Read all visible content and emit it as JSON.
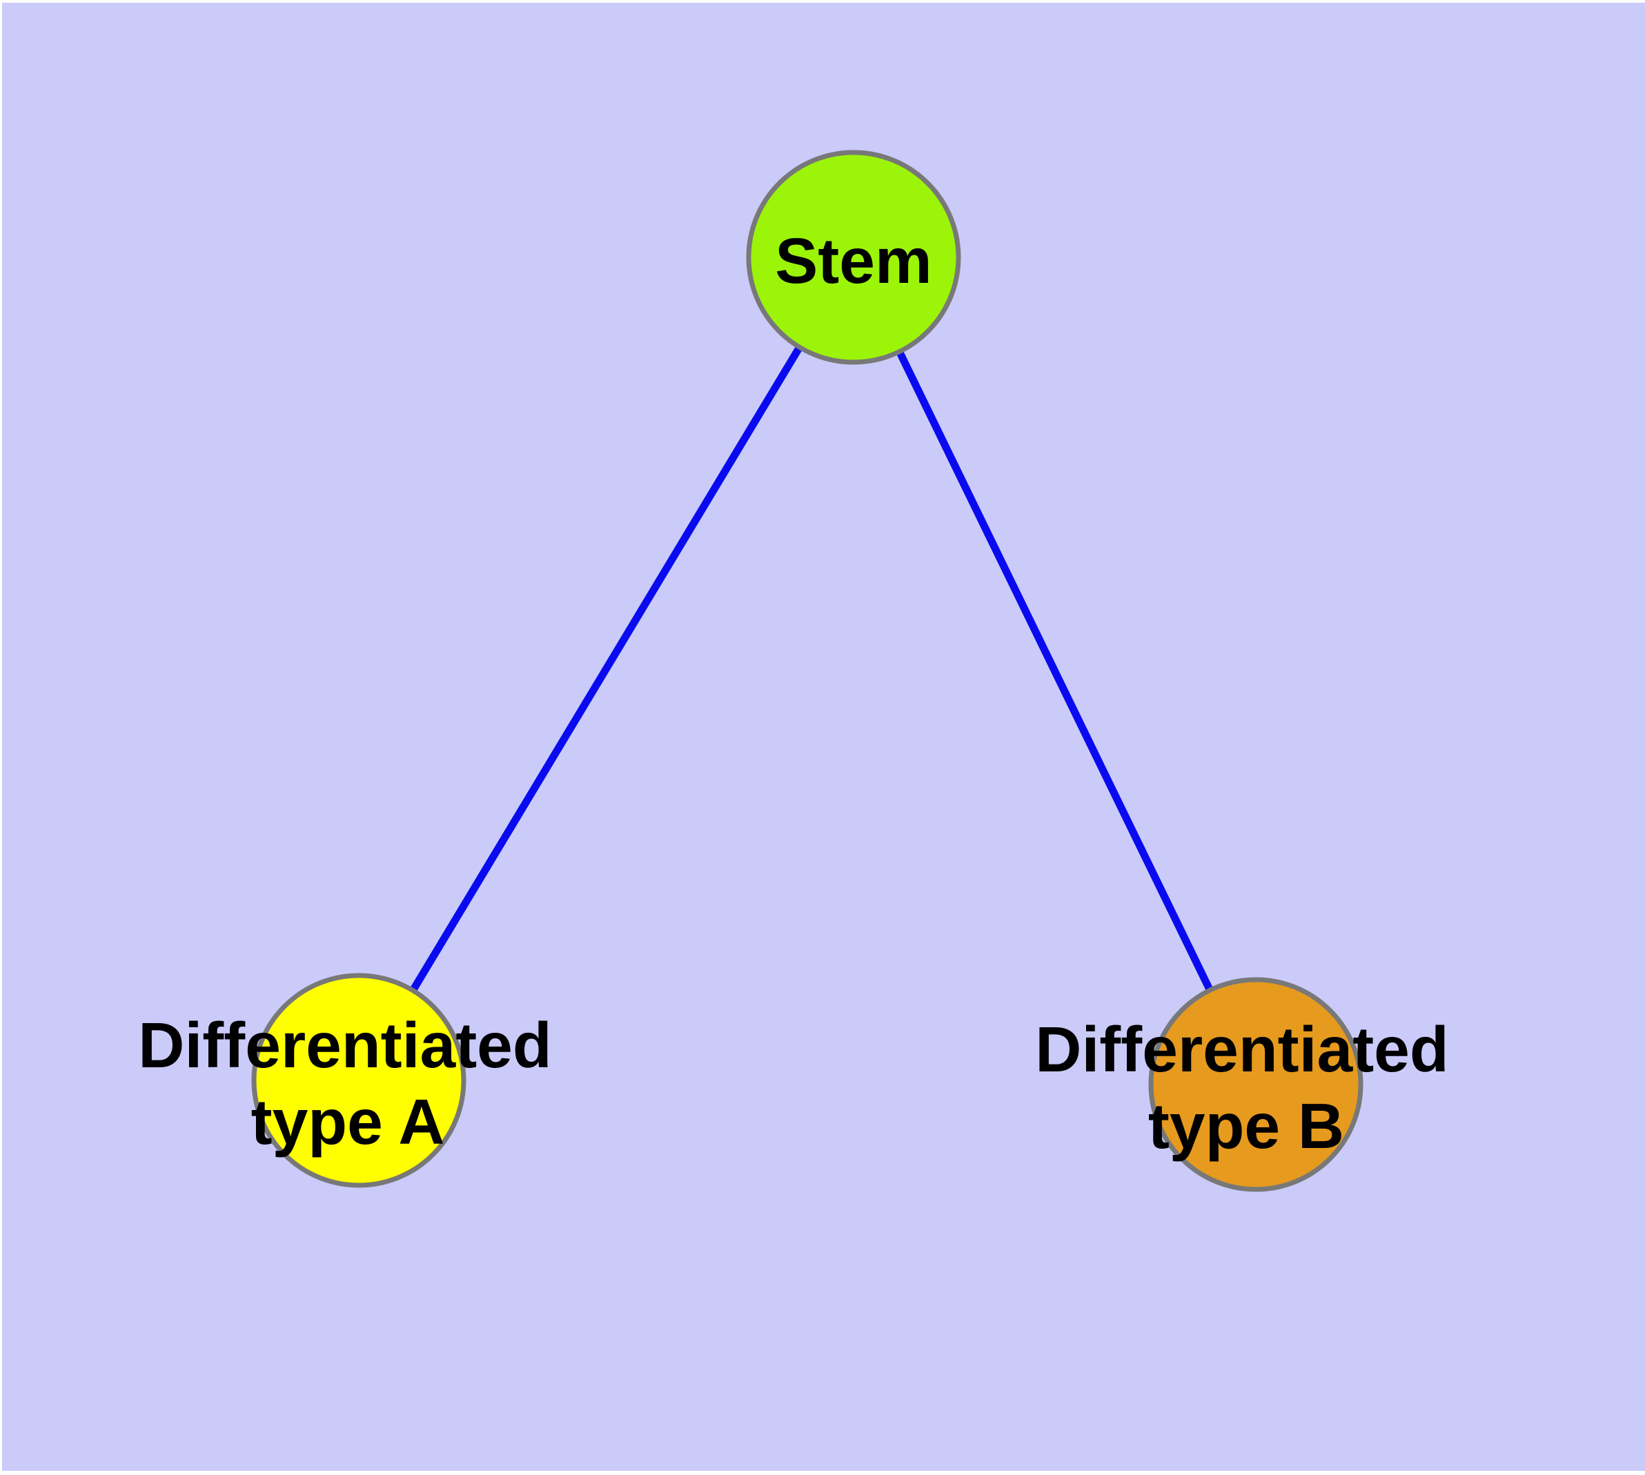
{
  "canvas": {
    "page_background": "#ffffff",
    "plot_background": "#cacbf9"
  },
  "graph": {
    "text_color": "#000000",
    "nodes": [
      {
        "id": "stem",
        "label": "Stem",
        "lines": [
          "Stem"
        ],
        "fill": "#9cf409",
        "border_color": "#787878"
      },
      {
        "id": "differentiated-type-a",
        "label": "Differentiated type A",
        "lines": [
          "Differentiated",
          "type A"
        ],
        "fill": "#ffff00",
        "border_color": "#787878"
      },
      {
        "id": "differentiated-type-b",
        "label": "Differentiated type B",
        "lines": [
          "Differentiated",
          "type B"
        ],
        "fill": "#e69a1e",
        "border_color": "#787878"
      }
    ],
    "edges": [
      {
        "from": "stem",
        "to": "differentiated-type-a",
        "color": "#0a0af0"
      },
      {
        "from": "stem",
        "to": "differentiated-type-b",
        "color": "#0a0af0"
      }
    ]
  }
}
